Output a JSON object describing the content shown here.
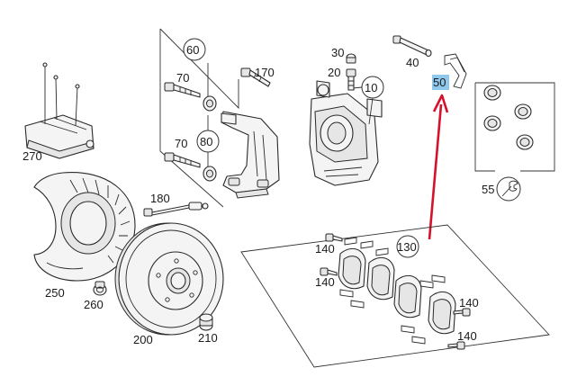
{
  "labels": {
    "l270": "270",
    "l60": "60",
    "l70a": "70",
    "l170": "170",
    "l80": "80",
    "l70b": "70",
    "l180": "180",
    "l250": "250",
    "l260": "260",
    "l200": "200",
    "l210": "210",
    "l30": "30",
    "l20": "20",
    "l10": "10",
    "l40": "40",
    "l50": "50",
    "l55": "55",
    "l130": "130",
    "l140a": "140",
    "l140b": "140",
    "l140c": "140",
    "l140d": "140"
  },
  "colors": {
    "highlight": "#8fc8ec",
    "arrow": "#d4122b",
    "line": "#2a2a2a"
  },
  "icons": {
    "service_tool": "wrench-icon"
  }
}
